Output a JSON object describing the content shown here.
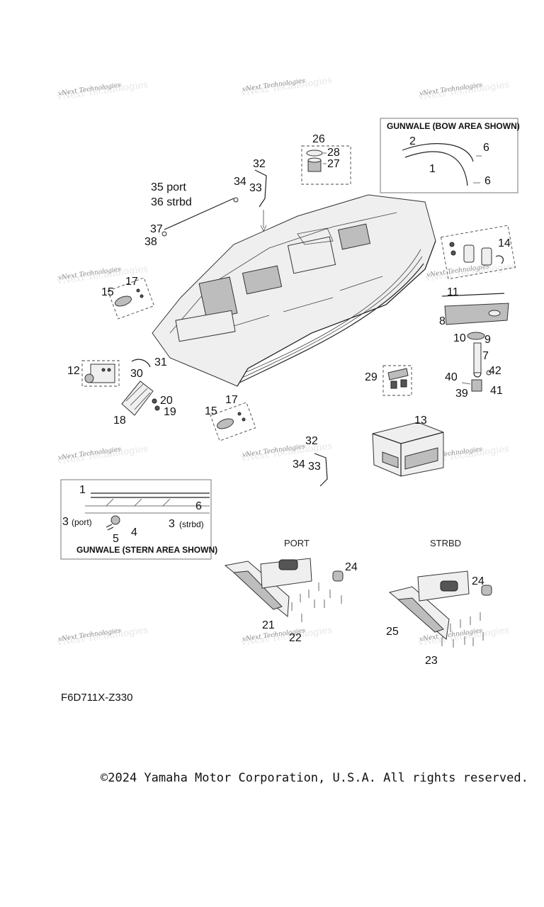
{
  "diagram": {
    "code": "F6D711X-Z330",
    "copyright": "©2024 Yamaha Motor Corporation, U.S.A. All rights reserved.",
    "watermark": "vNext Technologies",
    "bow_box_title": "GUNWALE (BOW AREA SHOWN)",
    "stern_box_title": "GUNWALE (STERN AREA SHOWN)",
    "port_label": "PORT",
    "strbd_label": "STRBD",
    "callouts": {
      "p1": "1",
      "p2": "2",
      "p3_port": "3",
      "p3_port_note": "(port)",
      "p3_strbd": "3",
      "p3_strbd_note": "(strbd)",
      "p4": "4",
      "p5": "5",
      "p6": "6",
      "p7": "7",
      "p8": "8",
      "p9": "9",
      "p10": "10",
      "p11": "11",
      "p12": "12",
      "p13": "13",
      "p14": "14",
      "p15": "15",
      "p17": "17",
      "p18": "18",
      "p19": "19",
      "p20": "20",
      "p21": "21",
      "p22": "22",
      "p23": "23",
      "p24": "24",
      "p25": "25",
      "p26": "26",
      "p27": "27",
      "p28": "28",
      "p29": "29",
      "p30": "30",
      "p31": "31",
      "p32": "32",
      "p33": "33",
      "p34": "34",
      "p35": "35 port",
      "p36": "36 strbd",
      "p37": "37",
      "p38": "38",
      "p39": "39",
      "p40": "40",
      "p41": "41",
      "p42": "42"
    }
  }
}
